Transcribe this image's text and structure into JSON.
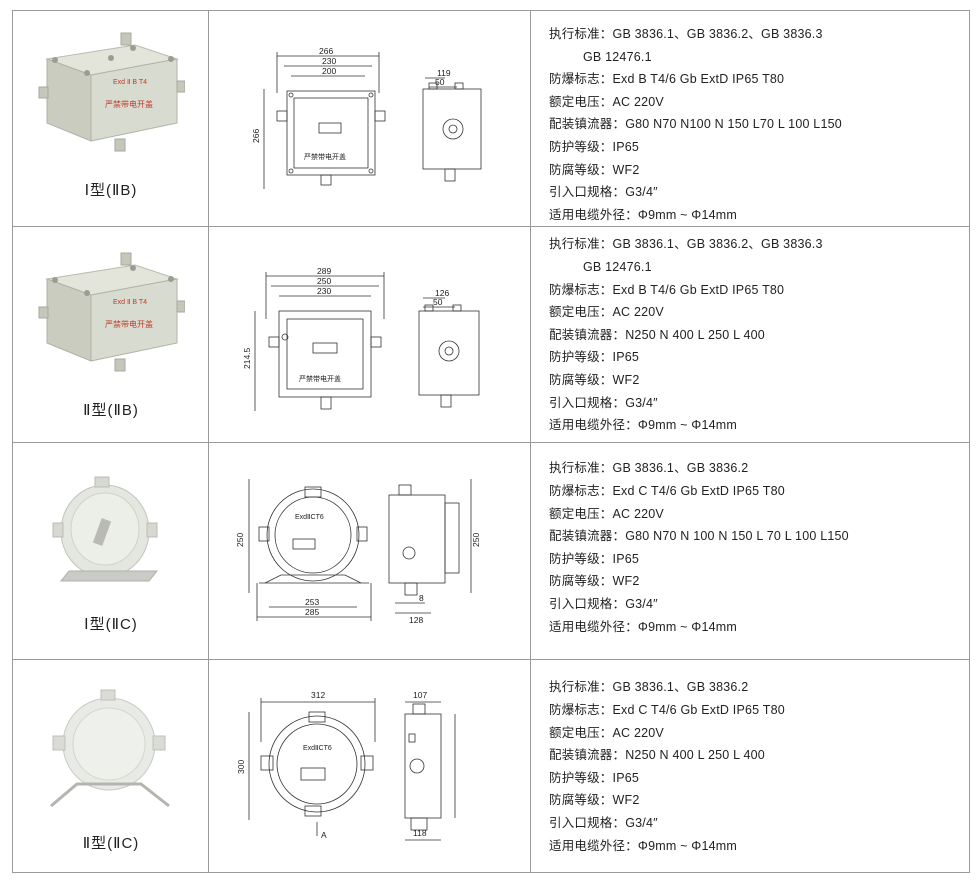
{
  "products": [
    {
      "model": "Ⅰ型(ⅡB)",
      "photo_label": "Exd Ⅱ B T4",
      "photo_warning": "严禁带电开盖",
      "drawing": {
        "dims": [
          "266",
          "230",
          "200",
          "266",
          "119",
          "50"
        ],
        "front_text": "严禁带电开盖"
      },
      "specs": [
        {
          "key": "执行标准：",
          "value": "GB 3836.1、GB 3836.2、GB 3836.3"
        },
        {
          "key": "",
          "value": "GB 12476.1",
          "indent": true
        },
        {
          "key": "防爆标志：",
          "value": "Exd B   T4/6 Gb ExtD IP65 T80"
        },
        {
          "key": "额定电压：",
          "value": "AC 220V"
        },
        {
          "key": "配装镇流器：",
          "value": "G80   N70   N100 N   150   L70 L   100   L150"
        },
        {
          "key": "防护等级：",
          "value": "IP65"
        },
        {
          "key": "防腐等级：",
          "value": "WF2"
        },
        {
          "key": "引入口规格：",
          "value": "G3/4″"
        },
        {
          "key": "适用电缆外径：",
          "value": "Φ9mm ~ Φ14mm"
        }
      ]
    },
    {
      "model": "Ⅱ型(ⅡB)",
      "photo_label": "Exd Ⅱ B T4",
      "photo_warning": "严禁带电开盖",
      "drawing": {
        "dims": [
          "289",
          "250",
          "230",
          "214.5",
          "126",
          "50"
        ],
        "front_text": "严禁带电开盖"
      },
      "specs": [
        {
          "key": "执行标准：",
          "value": "GB 3836.1、GB 3836.2、GB 3836.3"
        },
        {
          "key": "",
          "value": "GB 12476.1",
          "indent": true
        },
        {
          "key": "防爆标志：",
          "value": "Exd B   T4/6 Gb ExtD IP65 T80"
        },
        {
          "key": "额定电压：",
          "value": "AC 220V"
        },
        {
          "key": "配装镇流器：",
          "value": "N250 N   400 L   250 L   400"
        },
        {
          "key": "防护等级：",
          "value": "IP65"
        },
        {
          "key": "防腐等级：",
          "value": "WF2"
        },
        {
          "key": "引入口规格：",
          "value": "G3/4″"
        },
        {
          "key": "适用电缆外径：",
          "value": "Φ9mm ~ Φ14mm"
        }
      ]
    },
    {
      "model": "Ⅰ型(ⅡC)",
      "drawing": {
        "dims": [
          "250",
          "253",
          "285",
          "250",
          "8",
          "128"
        ],
        "front_text": "ExdⅡCT6"
      },
      "specs": [
        {
          "key": "执行标准：",
          "value": "GB 3836.1、GB 3836.2"
        },
        {
          "key": "防爆标志：",
          "value": "Exd C   T4/6 Gb ExtD IP65 T80"
        },
        {
          "key": "额定电压：",
          "value": "AC 220V"
        },
        {
          "key": "配装镇流器：",
          "value": "G80   N70 N   100 N   150 L   70 L   100   L150"
        },
        {
          "key": "防护等级：",
          "value": "IP65"
        },
        {
          "key": "防腐等级：",
          "value": "WF2"
        },
        {
          "key": "引入口规格：",
          "value": "G3/4″"
        },
        {
          "key": "适用电缆外径：",
          "value": "Φ9mm ~ Φ14mm"
        }
      ]
    },
    {
      "model": "Ⅱ型(ⅡC)",
      "drawing": {
        "dims": [
          "312",
          "300",
          "107",
          "118",
          "A"
        ],
        "front_text": "ExdⅡCT6"
      },
      "specs": [
        {
          "key": "执行标准：",
          "value": "GB 3836.1、GB 3836.2"
        },
        {
          "key": "防爆标志：",
          "value": "Exd C   T4/6 Gb ExtD IP65 T80"
        },
        {
          "key": "额定电压：",
          "value": "AC 220V"
        },
        {
          "key": "配装镇流器：",
          "value": "N250 N   400 L   250 L   400"
        },
        {
          "key": "防护等级：",
          "value": "IP65"
        },
        {
          "key": "防腐等级：",
          "value": "WF2"
        },
        {
          "key": "引入口规格：",
          "value": "G3/4″"
        },
        {
          "key": "适用电缆外径：",
          "value": "Φ9mm ~ Φ14mm"
        }
      ]
    }
  ]
}
